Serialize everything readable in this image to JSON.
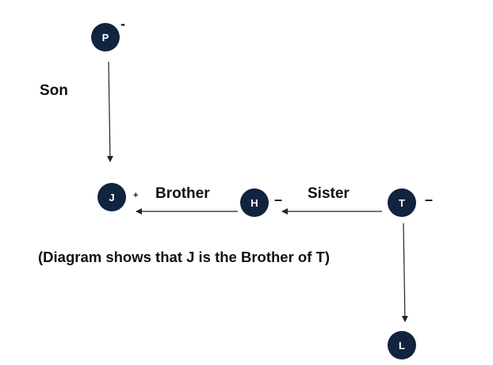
{
  "nodes": {
    "p": {
      "label": "P",
      "sign": "-"
    },
    "j": {
      "label": "J",
      "sign": "+"
    },
    "h": {
      "label": "H",
      "sign": "–"
    },
    "t": {
      "label": "T",
      "sign": "–"
    },
    "l": {
      "label": "L"
    }
  },
  "edges": {
    "p_to_j": {
      "label": "Son"
    },
    "h_to_j": {
      "label": "Brother"
    },
    "t_to_h": {
      "label": "Sister"
    },
    "t_to_l": {
      "label": ""
    }
  },
  "caption": "(Diagram shows that J is the Brother of T)",
  "colors": {
    "node_fill": "#10233f",
    "node_text": "#ffffff",
    "line": "#222222"
  }
}
